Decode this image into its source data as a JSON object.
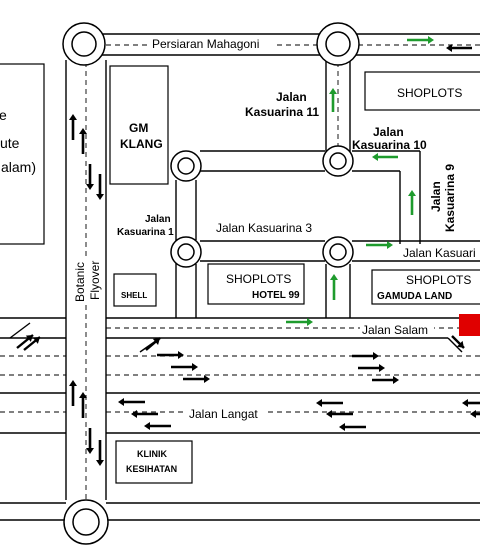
{
  "colors": {
    "green_arrow": "#1e9b2d",
    "black_arrow": "#000000",
    "marker_red": "#e00000",
    "background": "#ffffff"
  },
  "roads": {
    "persiaran_mahagoni": "Persiaran Mahagoni",
    "jalan_kasuarina_11": [
      "Jalan",
      "Kasuarina 11"
    ],
    "jalan_kasuarina_10": [
      "Jalan",
      "Kasuarina 10"
    ],
    "jalan_kasuarina_9": [
      "Jalan",
      "Kasuarina 9"
    ],
    "jalan_kasuarina_1": [
      "Jalan",
      "Kasuarina 1"
    ],
    "jalan_kasuarina_3": "Jalan Kasuarina 3",
    "jalan_kasuari_cut": "Jalan Kasuari",
    "jalan_salam": "Jalan Salam",
    "jalan_langat": "Jalan Langat",
    "botanic_flyover": [
      "Botanic",
      "Flyover"
    ]
  },
  "buildings": {
    "gm_klang": [
      "GM",
      "KLANG"
    ],
    "shoplots_top": "SHOPLOTS",
    "shoplots_hotel": [
      "SHOPLOTS",
      "HOTEL 99"
    ],
    "shoplots_gamuda": [
      "SHOPLOTS",
      "GAMUDA LAND"
    ],
    "shell": "SHELL",
    "klinik": [
      "KLINIK",
      "KESIHATAN"
    ],
    "institute_partial": [
      "e",
      "ute",
      "alam)"
    ]
  }
}
